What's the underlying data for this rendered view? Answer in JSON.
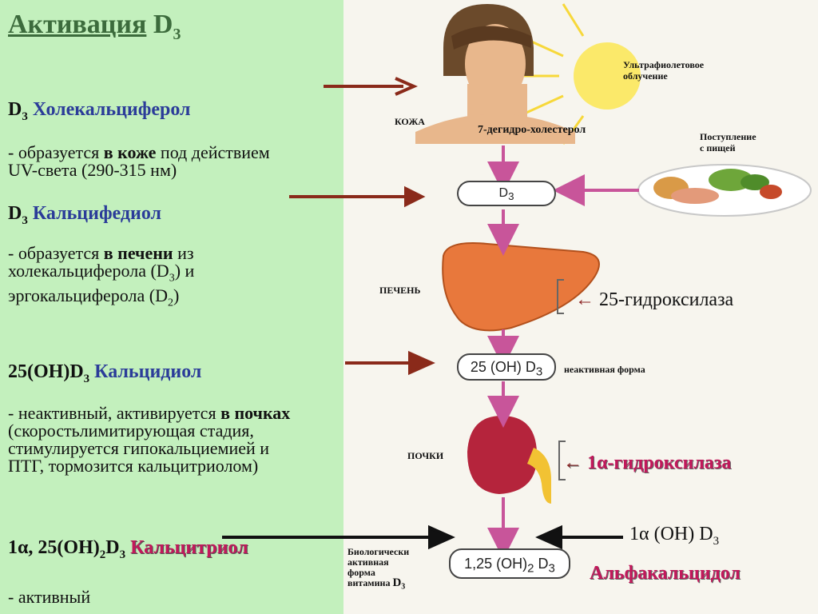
{
  "slide": {
    "title_main": "Активация",
    "title_d": "D",
    "title_sub": "3",
    "sections": [
      {
        "head_d": "D",
        "head_sub": "3",
        "head_name": " Холекальциферол",
        "line1_pre": "- образуется ",
        "line1_bold": "в коже",
        "line1_post": " под действием",
        "line2": "UV-света (290-315 нм)"
      },
      {
        "head_d": "D",
        "head_sub": "3",
        "head_name": " Кальцифедиол",
        "line1_pre": "- образуется ",
        "line1_bold": "в печени",
        "line1_post": " из",
        "line2_pre": "холекальциферола (D",
        "line2_sub": "3",
        "line2_post": ") и",
        "line3_pre": "эргокальциферола (D",
        "line3_sub": "2",
        "line3_post": ")"
      },
      {
        "head_pre": "25(OH)D",
        "head_sub": "3",
        "head_name": " Кальцидиол",
        "line1_pre": "- неактивный, активируется ",
        "line1_bold": "в почках",
        "line2": "(скоростьлимитирующая стадия,",
        "line3": "стимулируется гипокальциемией и",
        "line4": "ПТГ, тормозится кальцитриолом)"
      },
      {
        "head_a": "1α, 25(OH)",
        "head_sub1": "2",
        "head_d": "D",
        "head_sub2": "3",
        "head_name": "Кальцитриол",
        "line1": "- активный"
      }
    ]
  },
  "diagram": {
    "sun_label_l1": "Ультрафиолетовое",
    "sun_label_l2": "облучение",
    "skin_label": "КОЖА",
    "dehydro_label": "7-дегидро-холестерол",
    "food_label_l1": "Поступление",
    "food_label_l2": "с пищей",
    "d3_pill_d": "D",
    "d3_pill_sub": "3",
    "liver_label": "ПЕЧЕНЬ",
    "hydroxylase25": "25-гидроксилаза",
    "oh_d3_pill": "25 (OH) D",
    "oh_d3_sub": "3",
    "inactive_label": "неактивная форма",
    "kidney_label": "ПОЧКИ",
    "hydroxylase1a": "1α-гидроксилаза",
    "bio_l1": "Биологически",
    "bio_l2": "активная",
    "bio_l3": "форма",
    "bio_l4": "витамина",
    "bio_d": "D",
    "bio_sub": "3",
    "final_pill": "1,25 (OH)",
    "final_sub1": "2",
    "final_d": " D",
    "final_sub2": "3",
    "alfa_formula": "1α (OH) D",
    "alfa_sub": "3",
    "alfa_name": "Альфакальцидол",
    "arrow": "←"
  }
}
